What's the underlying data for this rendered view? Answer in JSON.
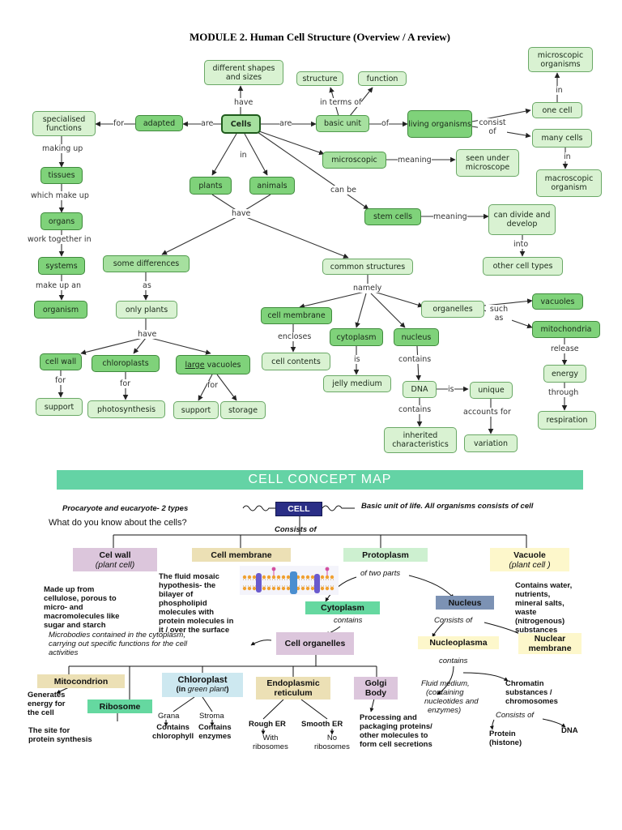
{
  "title": "MODULE 2. Human Cell Structure (Overview / A review)",
  "map1": {
    "nodes": {
      "different_shapes": "different shapes and sizes",
      "structure": "structure",
      "function": "function",
      "microscopic_organisms": "microscopic organisms",
      "specialised_functions": "specialised functions",
      "adapted": "adapted",
      "cells": "Cells",
      "basic_unit": "basic unit",
      "living_organisms": "living organisms",
      "one_cell": "one cell",
      "many_cells": "many cells",
      "microscopic": "microscopic",
      "seen_under_microscope": "seen under microscope",
      "macroscopic_organism": "macroscopic organism",
      "tissues": "tissues",
      "plants": "plants",
      "animals": "animals",
      "organs": "organs",
      "stem_cells": "stem cells",
      "can_divide": "can divide and develop",
      "systems": "systems",
      "some_differences": "some differences",
      "common_structures": "common structures",
      "other_cell_types": "other cell types",
      "organism": "organism",
      "only_plants": "only plants",
      "cell_membrane": "cell membrane",
      "organelles": "organelles",
      "vacuoles": "vacuoles",
      "mitochondria": "mitochondria",
      "cell_wall": "cell wall",
      "chloroplasts": "chloroplasts",
      "large_vacuoles_a": "large",
      "large_vacuoles_b": " vacuoles",
      "cytoplasm": "cytoplasm",
      "nucleus": "nucleus",
      "cell_contents": "cell contents",
      "energy": "energy",
      "jelly_medium": "jelly medium",
      "dna": "DNA",
      "unique": "unique",
      "support1": "support",
      "photosynthesis": "photosynthesis",
      "support2": "support",
      "storage": "storage",
      "respiration": "respiration",
      "inherited": "inherited characteristics",
      "variation": "variation"
    },
    "labels": {
      "have": "have",
      "in_terms_of": "in terms of",
      "in1": "in",
      "are1": "are",
      "for": "for",
      "are2": "are",
      "of": "of",
      "consist_of": "consist of",
      "making_up": "making up",
      "meaning1": "meaning",
      "in2": "in",
      "in3": "in",
      "which_make_up": "which make up",
      "can_be": "can be",
      "have2": "have",
      "meaning2": "meaning",
      "work_together": "work together in",
      "into": "into",
      "make_up_an": "make up an",
      "as": "as",
      "namely": "namely",
      "such_as": "such as",
      "have3": "have",
      "encloses": "encloses",
      "release": "release",
      "for2": "for",
      "for3": "for",
      "for4": "for",
      "is": "is",
      "contains1": "contains",
      "is2": "is",
      "through": "through",
      "contains2": "contains",
      "accounts_for": "accounts for"
    }
  },
  "map2": {
    "banner": "CELL CONCEPT MAP",
    "procaryote": "Procaryote and eucaryote- 2 types",
    "cell": "CELL",
    "basic_unit": "Basic unit of life. All organisms consists of cell",
    "question": "What do you know about the cells?",
    "consists_of": "Consists of",
    "cell_wall_a": "Cel wall",
    "cell_wall_b": "(plant cell)",
    "cell_membrane": "Cell membrane",
    "protoplasm": "Protoplasm",
    "vacuole_a": "Vacuole",
    "vacuole_b": "(plant cell )",
    "cell_wall_desc": [
      "Made up from",
      "cellulose, porous to",
      "micro- and",
      "macromolecules like",
      "sugar and starch"
    ],
    "membrane_desc": [
      "The fluid mosaic",
      "hypothesis- the",
      "bilayer of",
      "phospholipid",
      "molecules  with",
      "protein molecules in",
      "it / over the surface"
    ],
    "of_two_parts": "of two parts",
    "vacuole_desc": [
      "Contains water,",
      "nutrients,",
      "mineral salts,",
      "waste",
      "(nitrogenous)",
      "substances"
    ],
    "cytoplasm": "Cytoplasm",
    "nucleus": "Nucleus",
    "contains1": "contains",
    "consists_of2": "Consists of",
    "microbodies": [
      "Microbodies contained in the cytoplasm,",
      "carrying out specific functions for the cell",
      "activities"
    ],
    "cell_organelles": "Cell organelles",
    "nucleoplasma": "Nucleoplasma",
    "nuclear_membrane": "Nuclear membrane",
    "contains2": "contains",
    "mitocondrion": "Mitocondrion",
    "chloroplast_a": "Chloroplast",
    "chloroplast_b1": "(in ",
    "chloroplast_b2": "green plant",
    "chloroplast_b3": ")",
    "endoplasmic": "Endoplasmic reticulum",
    "golgi": "Golgi Body",
    "fluid_medium": [
      "Fluid medium,",
      "(containing",
      "nucleotides and",
      "enzymes)"
    ],
    "chromatin": [
      "Chromatin",
      "substances /",
      "chromosomes"
    ],
    "generates": [
      "Generates",
      "energy for",
      "the cell"
    ],
    "grana": "Grana",
    "stroma": "Stroma",
    "rough_er": "Rough ER",
    "smooth_er": "Smooth ER",
    "golgi_desc": [
      "Processing and",
      "packaging proteins/",
      "other molecules to",
      "form cell secretions"
    ],
    "consists_of3": "Consists of",
    "ribosome": "Ribosome",
    "contains_chlorophyll": [
      "Contains",
      "chlorophyll"
    ],
    "contains_enzymes": [
      "Contains",
      "enzymes"
    ],
    "with_ribosomes": [
      "With",
      "ribosomes"
    ],
    "no_ribosomes": [
      "No",
      "ribosomes"
    ],
    "protein": [
      "Protein",
      "(histone)"
    ],
    "dna": "DNA",
    "site_protein": [
      "The site for",
      "protein synthesis"
    ]
  }
}
